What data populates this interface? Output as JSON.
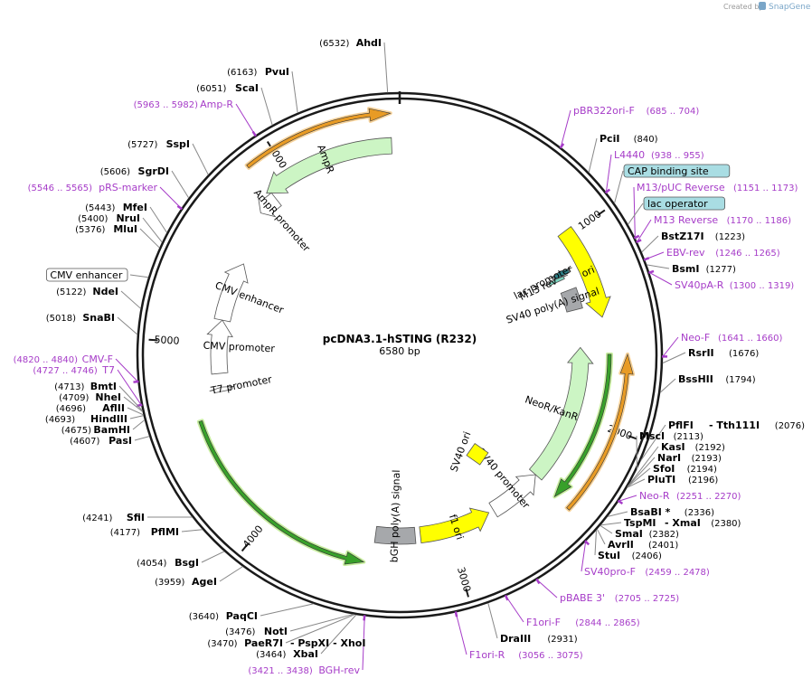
{
  "header": {
    "created_by": "Created by",
    "brand": "SnapGene",
    "brand_icon": "snapgene-logo-icon"
  },
  "plasmid": {
    "name": "pcDNA3.1-hSTING (R232)",
    "length_label": "6580 bp",
    "length": 6580,
    "ring_color": "#1a1a1a"
  },
  "scale_ticks": [
    {
      "bp": 1000,
      "label": "1000"
    },
    {
      "bp": 2000,
      "label": "2000"
    },
    {
      "bp": 3000,
      "label": "3000"
    },
    {
      "bp": 4000,
      "label": "4000"
    },
    {
      "bp": 5000,
      "label": "5000"
    },
    {
      "bp": 6000,
      "label": "6000"
    }
  ],
  "features": [
    {
      "name": "ori",
      "label": "ori",
      "color": "#ffff00",
      "start": 970,
      "end": 1450,
      "track": "inner",
      "dir": 1
    },
    {
      "name": "AmpR",
      "label": "AmpR",
      "color": "#ccf5c4",
      "start": 5860,
      "end": 6540,
      "track": "inner",
      "dir": -1
    },
    {
      "name": "AmpR promoter",
      "label": "AmpR promoter",
      "color": "#ffffff",
      "start": 5770,
      "end": 5880,
      "track": "inner",
      "dir": -1
    },
    {
      "name": "CMV enhancer",
      "label": "CMV enhancer",
      "color": "#ffffff",
      "start": 5140,
      "end": 5490,
      "track": "inner",
      "dir": 1
    },
    {
      "name": "CMV promoter",
      "label": "CMV promoter",
      "color": "#ffffff",
      "start": 4830,
      "end": 5140,
      "track": "inner",
      "dir": 1
    },
    {
      "name": "T7 promoter",
      "label": "T7 promoter",
      "color": "#ffffff",
      "start": 4725,
      "end": 4750,
      "track": "inner",
      "dir": 1
    },
    {
      "name": "lac promoter",
      "label": "lac promoter",
      "color": "#2e7f86",
      "start": 1140,
      "end": 1170,
      "track": "inner",
      "dir": -1
    },
    {
      "name": "M13 rev",
      "label": "M13 rev",
      "color": "#7ad4bf",
      "start": 1170,
      "end": 1190,
      "track": "inner",
      "dir": -1
    },
    {
      "name": "SV40 poly(A) signal",
      "label": "SV40 poly(A) signal",
      "color": "#a6a8ab",
      "start": 1260,
      "end": 1380,
      "track": "inner",
      "dir": 0
    },
    {
      "name": "NeoR/KanR",
      "label": "NeoR/KanR",
      "color": "#ccf5c4",
      "start": 1600,
      "end": 2400,
      "track": "inner",
      "dir": -1
    },
    {
      "name": "SV40 promoter",
      "label": "SV40 promoter",
      "color": "#ffffff",
      "start": 2400,
      "end": 2720,
      "track": "inner",
      "dir": -1
    },
    {
      "name": "f1 ori",
      "label": "f1 ori",
      "color": "#ffff00",
      "start": 2750,
      "end": 3170,
      "track": "inner",
      "dir": -1
    },
    {
      "name": "bGH poly(A) signal",
      "label": "bGH poly(A) signal",
      "color": "#a6a8ab",
      "start": 3200,
      "end": 3430,
      "track": "inner",
      "dir": 0
    },
    {
      "name": "SV40 ori",
      "label": "SV40 ori",
      "color": "#ffff00",
      "start": 2590,
      "end": 2640,
      "track": "box",
      "dir": 0
    }
  ],
  "orf_arrows": [
    {
      "name": "amp-orf",
      "color": "#e89b25",
      "start": 5870,
      "end": 6540,
      "dir": 1
    },
    {
      "name": "neo-orf",
      "color": "#e89b25",
      "start": 1640,
      "end": 2420,
      "dir": -1
    },
    {
      "name": "sting-orf",
      "color": "#38a02a",
      "start": 3470,
      "end": 4600,
      "dir": -1
    },
    {
      "name": "neo-orf-2",
      "color": "#38a02a",
      "start": 1640,
      "end": 2420,
      "dir": 1
    }
  ],
  "labels_right": [
    {
      "kind": "primer",
      "name": "pBR322ori-F",
      "pos": "(685 .. 704)"
    },
    {
      "kind": "enzyme",
      "name": "PciI",
      "pos": "(840)"
    },
    {
      "kind": "primer",
      "name": "L4440",
      "pos": "(938 .. 955)"
    },
    {
      "kind": "feature",
      "name": "CAP binding site",
      "pos": ""
    },
    {
      "kind": "primer",
      "name": "M13/pUC Reverse",
      "pos": "(1151 .. 1173)"
    },
    {
      "kind": "feature",
      "name": "lac operator",
      "pos": ""
    },
    {
      "kind": "primer",
      "name": "M13 Reverse",
      "pos": "(1170 .. 1186)"
    },
    {
      "kind": "enzyme",
      "name": "BstZ17I",
      "pos": "(1223)"
    },
    {
      "kind": "primer",
      "name": "EBV-rev",
      "pos": "(1246 .. 1265)"
    },
    {
      "kind": "enzyme",
      "name": "BsmI",
      "pos": "(1277)"
    },
    {
      "kind": "primer",
      "name": "SV40pA-R",
      "pos": "(1300 .. 1319)"
    },
    {
      "kind": "primer",
      "name": "Neo-F",
      "pos": "(1641 .. 1660)"
    },
    {
      "kind": "enzyme",
      "name": "RsrII",
      "pos": "(1676)"
    },
    {
      "kind": "enzyme",
      "name": "BssHII",
      "pos": "(1794)"
    },
    {
      "kind": "enzyme",
      "name": "PflFI",
      "extra": "- Tth111I",
      "pos": "(2076)"
    },
    {
      "kind": "enzyme",
      "name": "MscI",
      "pos": "(2113)"
    },
    {
      "kind": "enzyme",
      "name": "KasI",
      "pos": "(2192)"
    },
    {
      "kind": "enzyme",
      "name": "NarI",
      "pos": "(2193)"
    },
    {
      "kind": "enzyme",
      "name": "SfoI",
      "pos": "(2194)"
    },
    {
      "kind": "enzyme",
      "name": "PluTI",
      "pos": "(2196)"
    },
    {
      "kind": "primer",
      "name": "Neo-R",
      "pos": "(2251 .. 2270)"
    },
    {
      "kind": "enzyme",
      "name": "BsaBI *",
      "pos": "(2336)"
    },
    {
      "kind": "enzyme",
      "name": "TspMI",
      "extra": "- XmaI",
      "pos": "(2380)"
    },
    {
      "kind": "enzyme",
      "name": "SmaI",
      "pos": "(2382)"
    },
    {
      "kind": "enzyme",
      "name": "AvrII",
      "pos": "(2401)"
    },
    {
      "kind": "enzyme",
      "name": "StuI",
      "pos": "(2406)"
    },
    {
      "kind": "primer",
      "name": "SV40pro-F",
      "pos": "(2459 .. 2478)"
    },
    {
      "kind": "primer",
      "name": "pBABE 3'",
      "pos": "(2705 .. 2725)"
    },
    {
      "kind": "primer",
      "name": "F1ori-F",
      "pos": "(2844 .. 2865)"
    },
    {
      "kind": "enzyme",
      "name": "DraIII",
      "pos": "(2931)"
    },
    {
      "kind": "primer",
      "name": "F1ori-R",
      "pos": "(3056 .. 3075)"
    }
  ],
  "labels_left": [
    {
      "kind": "enzyme",
      "name": "AhdI",
      "pos": "(6532)"
    },
    {
      "kind": "enzyme",
      "name": "PvuI",
      "pos": "(6163)"
    },
    {
      "kind": "enzyme",
      "name": "ScaI",
      "pos": "(6051)"
    },
    {
      "kind": "primer",
      "name": "Amp-R",
      "pos": "(5963 .. 5982)"
    },
    {
      "kind": "enzyme",
      "name": "SspI",
      "pos": "(5727)"
    },
    {
      "kind": "enzyme",
      "name": "SgrDI",
      "pos": "(5606)"
    },
    {
      "kind": "primer",
      "name": "pRS-marker",
      "pos": "(5546 .. 5565)"
    },
    {
      "kind": "enzyme",
      "name": "MfeI",
      "pos": "(5443)"
    },
    {
      "kind": "enzyme",
      "name": "NruI",
      "pos": "(5400)"
    },
    {
      "kind": "enzyme",
      "name": "MluI",
      "pos": "(5376)"
    },
    {
      "kind": "feature",
      "name": "CMV enhancer",
      "pos": ""
    },
    {
      "kind": "enzyme",
      "name": "NdeI",
      "pos": "(5122)"
    },
    {
      "kind": "enzyme",
      "name": "SnaBI",
      "pos": "(5018)"
    },
    {
      "kind": "primer",
      "name": "CMV-F",
      "pos": "(4820 .. 4840)"
    },
    {
      "kind": "primer",
      "name": "T7",
      "pos": "(4727 .. 4746)"
    },
    {
      "kind": "enzyme",
      "name": "BmtI",
      "pos": "(4713)"
    },
    {
      "kind": "enzyme",
      "name": "NheI",
      "pos": "(4709)"
    },
    {
      "kind": "enzyme",
      "name": "AflII",
      "pos": "(4696)"
    },
    {
      "kind": "enzyme",
      "name": "HindIII",
      "pos": "(4693)"
    },
    {
      "kind": "enzyme",
      "name": "BamHI",
      "pos": "(4675)"
    },
    {
      "kind": "enzyme",
      "name": "PasI",
      "pos": "(4607)"
    },
    {
      "kind": "enzyme",
      "name": "SfiI",
      "pos": "(4241)"
    },
    {
      "kind": "enzyme",
      "name": "PflMI",
      "pos": "(4177)"
    },
    {
      "kind": "enzyme",
      "name": "BsgI",
      "pos": "(4054)"
    },
    {
      "kind": "enzyme",
      "name": "AgeI",
      "pos": "(3959)"
    },
    {
      "kind": "enzyme",
      "name": "PaqCI",
      "pos": "(3640)"
    },
    {
      "kind": "enzyme",
      "name": "NotI",
      "pos": "(3476)"
    },
    {
      "kind": "enzyme",
      "name": "PaeR7I",
      "extra": "- PspXI - XhoI",
      "pos": "(3470)"
    },
    {
      "kind": "enzyme",
      "name": "XbaI",
      "pos": "(3464)"
    },
    {
      "kind": "primer",
      "name": "BGH-rev",
      "pos": "(3421 .. 3438)"
    }
  ]
}
